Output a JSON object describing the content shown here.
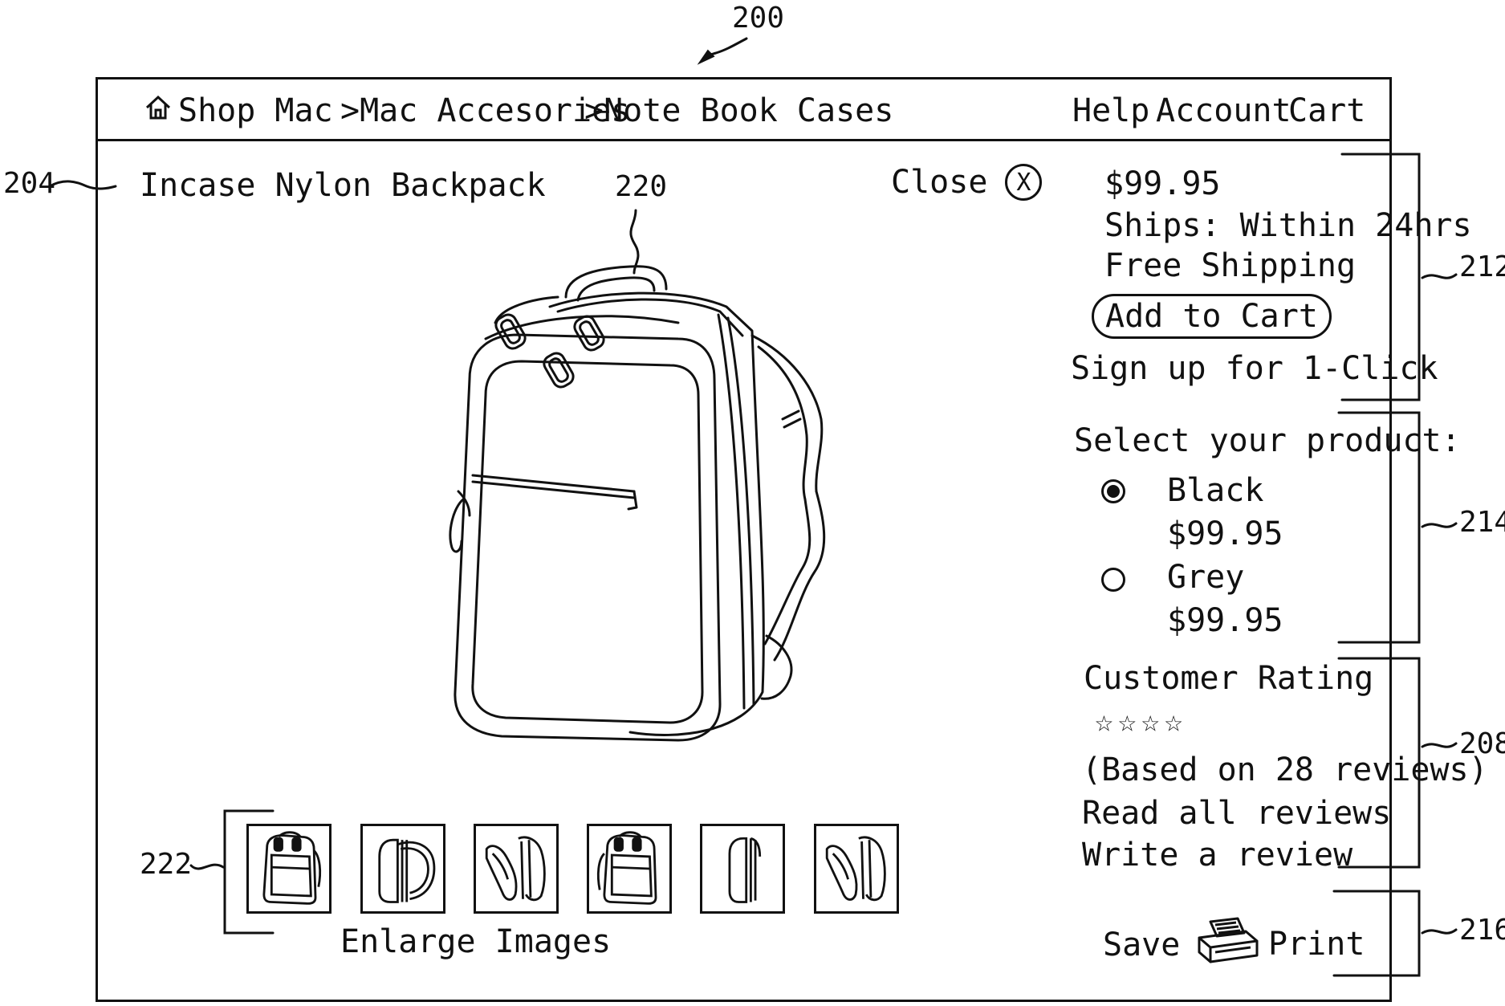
{
  "figure": {
    "ref_main": "200",
    "ref_title": "204",
    "ref_image": "220",
    "ref_thumbs": "222",
    "ref_buy": "212",
    "ref_select": "214",
    "ref_rating": "208",
    "ref_actions": "216"
  },
  "nav": {
    "home_icon": "home-icon",
    "crumb_home": "Shop Mac",
    "crumb_1": ">Mac Accesories",
    "crumb_2": ">Note Book Cases",
    "help": "Help",
    "account": "Account",
    "cart": "Cart"
  },
  "product": {
    "title": "Incase Nylon Backpack",
    "close_label": "Close",
    "close_icon": "X"
  },
  "buy": {
    "price": "$99.95",
    "ships": "Ships: Within 24hrs",
    "shipping": "Free Shipping",
    "add_to_cart": "Add to Cart",
    "one_click": "Sign up for 1-Click"
  },
  "select": {
    "heading": "Select your product:",
    "options": [
      {
        "name": "Black",
        "price": "$99.95",
        "selected": true
      },
      {
        "name": "Grey",
        "price": "$99.95",
        "selected": false
      }
    ]
  },
  "rating": {
    "heading": "Customer Rating",
    "stars": "☆☆☆☆",
    "star_count": 4,
    "based_on": "(Based on 28 reviews)",
    "read_all": "Read all reviews",
    "write": "Write a review"
  },
  "thumbs": {
    "caption": "Enlarge Images",
    "count": 6
  },
  "actions": {
    "save": "Save",
    "print": "Print",
    "print_icon": "printer-icon"
  }
}
